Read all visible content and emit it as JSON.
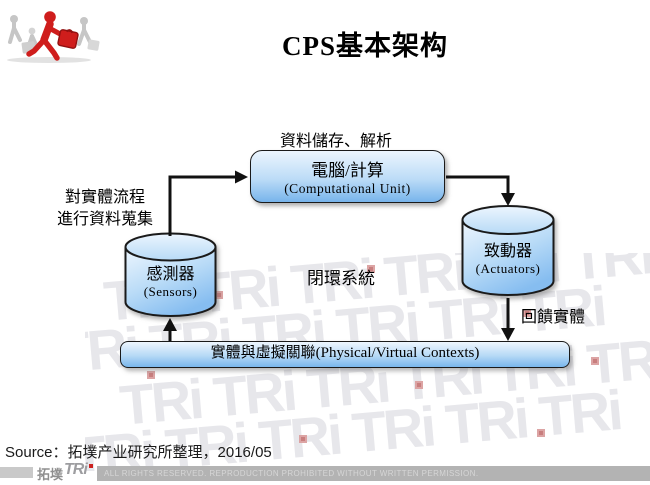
{
  "title": "CPS基本架构",
  "diagram": {
    "top_label": "資料儲存、解析",
    "computational_unit": {
      "title": "電腦/計算",
      "subtitle": "(Computational Unit)"
    },
    "collect_label": {
      "line1": "對實體流程",
      "line2": "進行資料蒐集"
    },
    "sensors": {
      "title": "感測器",
      "subtitle": "(Sensors)"
    },
    "closed_loop_label": "閉環系統",
    "actuators": {
      "title": "致動器",
      "subtitle": "(Actuators)"
    },
    "feedback_label": "回饋實體",
    "contexts_bar_label": "實體與虛擬關聯(Physical/Virtual Contexts)"
  },
  "source_line": "Source：拓墣产业研究所整理，2016/05",
  "footer": {
    "logo_cn": "拓墣",
    "logo_en": "TRi",
    "rights_text": "ALL RIGHTS RESERVED. REPRODUCTION PROHIBITED WITHOUT WRITTEN PERMISSION."
  },
  "watermark": {
    "row_text": "TRi TRi TRi TRi TRi TRi"
  },
  "colors": {
    "box_gradient_top": "#ecf5fe",
    "box_gradient_bottom": "#77b4eb",
    "outline_black": "#1a1a1a",
    "brand_red": "#cf1d1c",
    "footer_bar_gray": "#b3b3b3",
    "watermark_gray": "#e7e7eb"
  }
}
